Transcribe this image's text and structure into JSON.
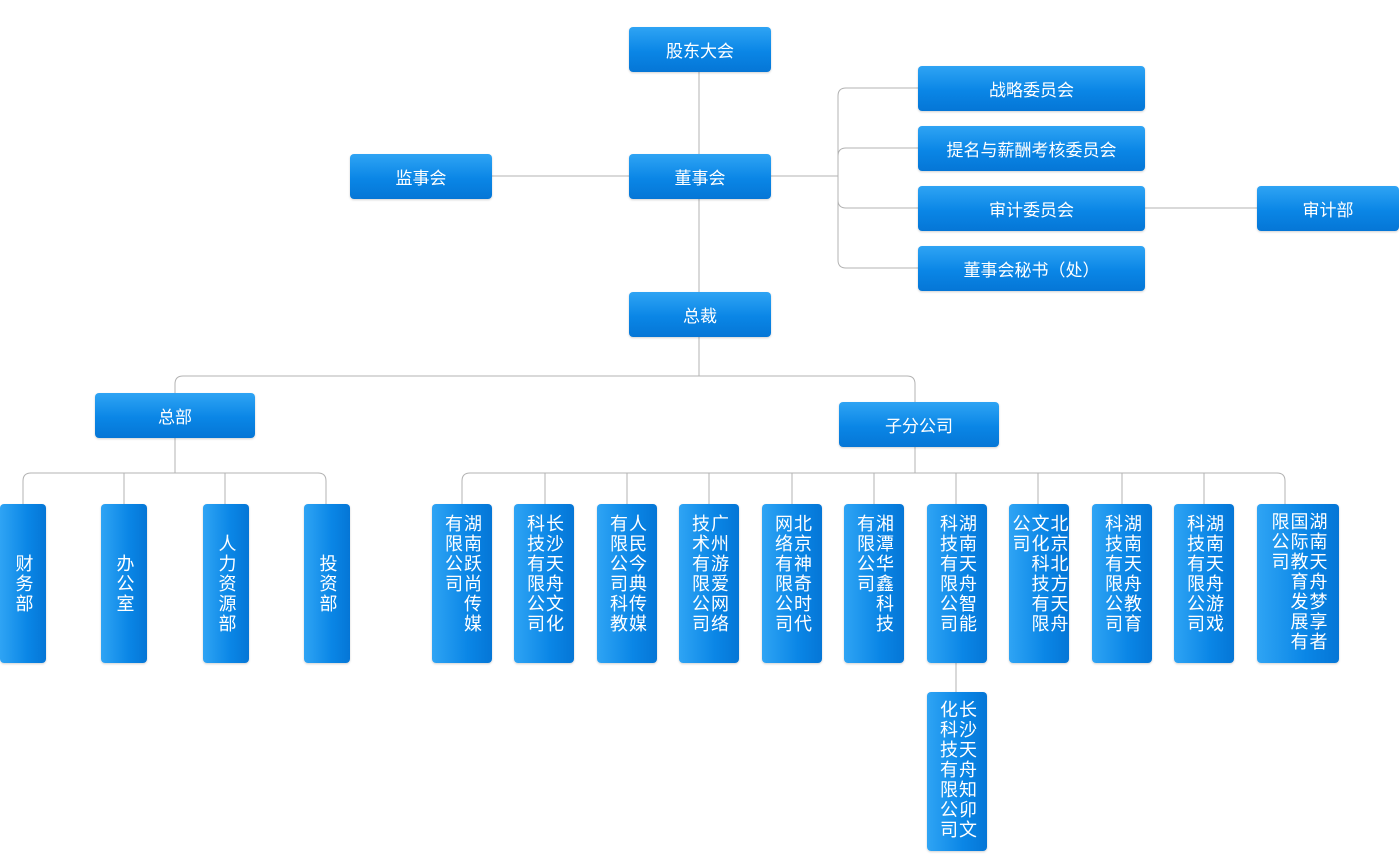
{
  "top": {
    "shareholders": "股东大会",
    "board": "董事会",
    "supervisory": "监事会",
    "president": "总裁"
  },
  "committees": {
    "strategy": "战略委员会",
    "nomination": "提名与薪酬考核委员会",
    "audit": "审计委员会",
    "secretary": "董事会秘书（处）",
    "audit_dept": "审计部"
  },
  "divisions": {
    "hq": "总部",
    "subsidiaries": "子分公司"
  },
  "hq_departments": [
    "财务部",
    "办公室",
    "人力资源部",
    "投资部"
  ],
  "subsidiaries": [
    "湖南跃尚传媒有限公司",
    "长沙天舟文化科技有限公司",
    "人民今典传媒有限公司科教",
    "广州游爱网络技术有限公司",
    "北京神奇时代网络有限公司",
    "湘潭华鑫科技有限公司",
    "湖南天舟智能科技有限公司",
    "北京北方天舟文化科技有限公司",
    "湖南天舟教育科技有限公司",
    "湖南天舟游戏科技有限公司",
    "湖南天舟梦享者国际教育发展有限公司"
  ],
  "sub_child": "长沙天舟知卯文化科技有限公司",
  "colors": {
    "box_top": "#2fa4f4",
    "box_bottom": "#0576d6",
    "connector": "#b3b3b3",
    "text": "#ffffff"
  }
}
